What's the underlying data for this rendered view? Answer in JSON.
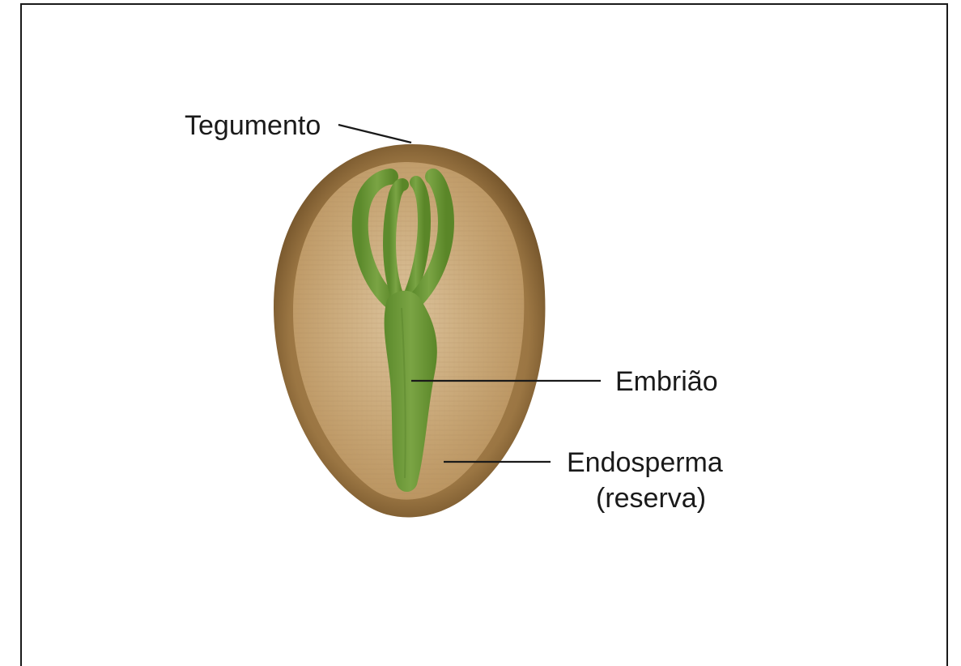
{
  "labels": {
    "tegumento": "Tegumento",
    "embriao": "Embrião",
    "endosperma": "Endosperma",
    "reserva": "(reserva)"
  },
  "colors": {
    "tegumento_outer": "#7a5a2e",
    "tegumento_mid": "#a47f4c",
    "endosperma_fill": "#c9a878",
    "endosperma_light": "#d9c09a",
    "embriao_fill": "#6f9a3a",
    "embriao_dark": "#4f7a24"
  }
}
